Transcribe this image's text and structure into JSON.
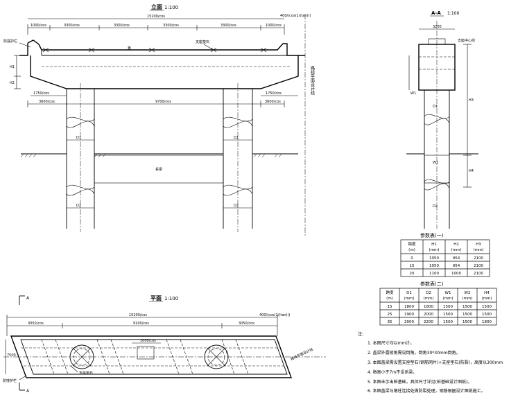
{
  "elevation": {
    "title": "立面",
    "scale": "1:100",
    "dims_top": [
      "1000/cos",
      "3300/cos",
      "3300/cos",
      "3300/cos",
      "3300/cos",
      "1000/cos"
    ],
    "dim_total": "15200/cos",
    "dim_right": "400/(cos(1/(tan)))",
    "label_left_top": "防撞护栏",
    "label_deck": "板",
    "label_bearing": "支座垫石",
    "h1": "H1",
    "h2": "H2",
    "cap_left": "1750/cos",
    "cap_right": "1750/cos",
    "cap_bottom_left": "3600/cos",
    "cap_bottom_mid": "9700/cos",
    "cap_bottom_right": "3600/cos",
    "pier_d1": "D1",
    "pier_d2": "D2",
    "tie_label": "系梁",
    "side_note": "路线平面设计线"
  },
  "section": {
    "title": "A-A",
    "scale": "1:100",
    "top_dim": "3200",
    "label": "支座中心线",
    "dims_v": [
      "H3",
      "H4"
    ],
    "w1": "W1",
    "w2": "W2",
    "d1": "D1",
    "d2": "D2"
  },
  "table1": {
    "title": "参数表(一)",
    "headers": [
      [
        "跨度",
        "(m)"
      ],
      [
        "H1",
        "(mm)"
      ],
      [
        "H2",
        "(mm)"
      ],
      [
        "H3",
        "(mm)"
      ]
    ],
    "rows": [
      [
        "0",
        "1050",
        "954",
        "2100"
      ],
      [
        "15",
        "1050",
        "954",
        "2100"
      ],
      [
        "20",
        "1100",
        "1000",
        "2100"
      ]
    ]
  },
  "table2": {
    "title": "参数表(二)",
    "headers": [
      [
        "跨度",
        "(m)"
      ],
      [
        "D1",
        "(mm)"
      ],
      [
        "D2",
        "(mm)"
      ],
      [
        "W1",
        "(mm)"
      ],
      [
        "W2",
        "(mm)"
      ],
      [
        "H4",
        "(mm)"
      ]
    ],
    "rows": [
      [
        "15",
        "1800",
        "1800",
        "1500",
        "1500",
        "1500"
      ],
      [
        "25",
        "1900",
        "2000",
        "1500",
        "1500",
        "1500"
      ],
      [
        "35",
        "2000",
        "2200",
        "1500",
        "1500",
        "1800"
      ]
    ]
  },
  "plan": {
    "title": "平面",
    "scale": "1:100",
    "section_mark": "A",
    "dim_total": "15200/cos",
    "dim_left": "3050/cos",
    "dim_mid": "9100/cos",
    "dim_right": "3050/cos",
    "dim_right_top": "400/(cos(1/(tan)))",
    "dim_pier_gap": "1000/cos",
    "width": "7500",
    "label_support": "支座垫石",
    "label_line": "路线平面设计线",
    "label_left": "防撞护栏"
  },
  "notes": {
    "heading": "注:",
    "items": [
      "1. 本图尺寸均以mm计。",
      "2. 盖梁外露棱角需设倒角，倒角30*30mm倒角。",
      "3. 本图盖梁需设置支座垫石(钢筋网片)+支座垫石(防裂)，高度以300mm",
      "4. 墩高小于7m不设系梁。",
      "5. 本图未示出桩基础，具体尺寸详见(桩基础设计图纸)。",
      "6. 本图盖梁与墩柱连接处做防裂处理，钢筋根据设计图纸施工。"
    ]
  }
}
